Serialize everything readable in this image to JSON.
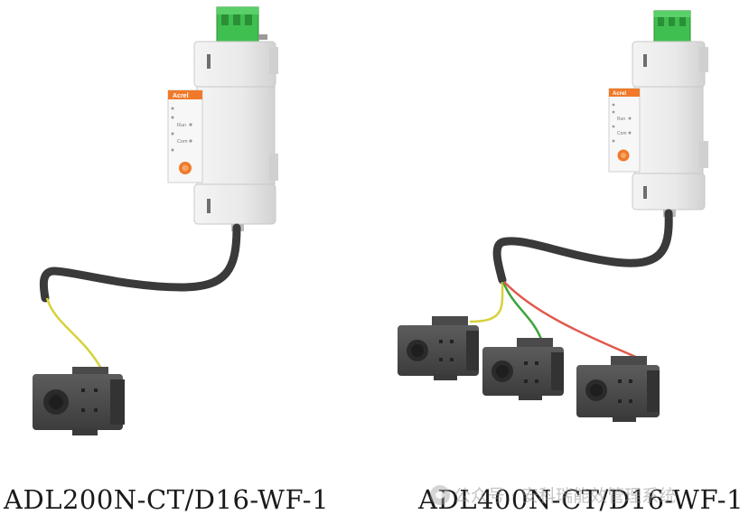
{
  "captions": {
    "left": "ADL200N-CT/D16-WF-1",
    "right": "ADL400N-CT/D16-WF-1"
  },
  "watermark": {
    "icon": "wechat-icon",
    "text": "公众号 · 安科瑞能效管理系统"
  },
  "device": {
    "brand": "Acrel",
    "run_label": "Run",
    "com_label": "Com"
  },
  "colors": {
    "terminal_green": "#3fbf4f",
    "brand_orange": "#f07a2a",
    "cable": "#3a3a3a",
    "ct_body": "#4a4a4a",
    "wire_yellow": "#d6d23a",
    "wire_green": "#3fa43a",
    "wire_red": "#e05a4e"
  }
}
